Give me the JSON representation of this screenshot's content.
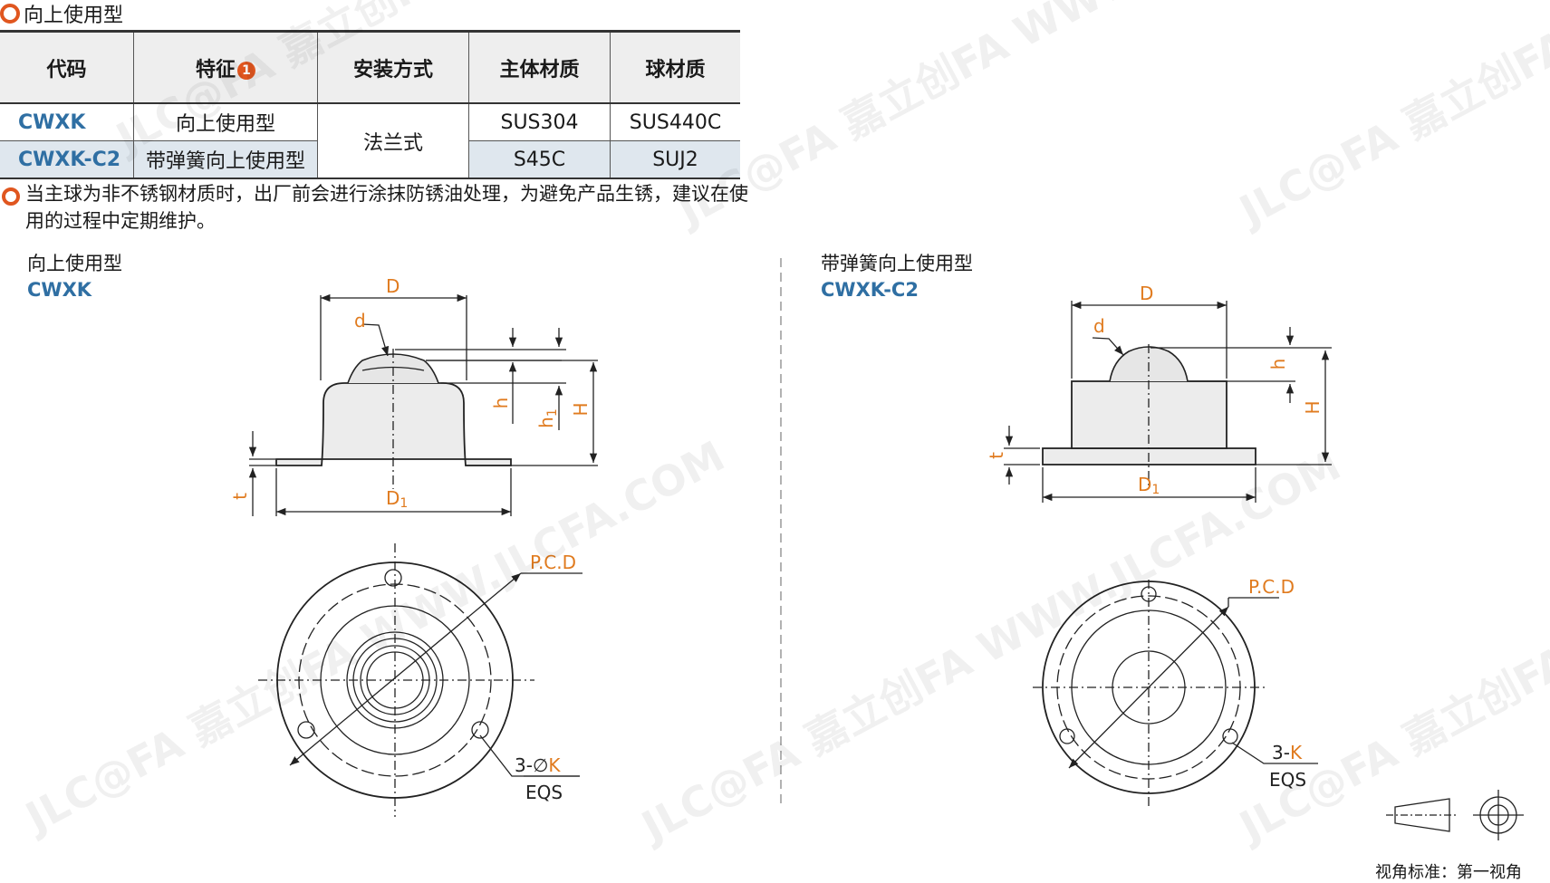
{
  "section_title": "向上使用型",
  "table": {
    "headers": [
      "代码",
      "特征",
      "安装方式",
      "主体材质",
      "球材质"
    ],
    "feature_badge": "1",
    "rows": [
      {
        "code": "CWXK",
        "feature": "向上使用型",
        "mount": "法兰式",
        "body": "SUS304",
        "ball": "SUS440C"
      },
      {
        "code": "CWXK-C2",
        "feature": "带弹簧向上使用型",
        "body": "S45C",
        "ball": "SUJ2"
      }
    ]
  },
  "note": "当主球为非不锈钢材质时，出厂前会进行涂抹防锈油处理，为避免产品生锈，建议在使用的过程中定期维护。",
  "diagram_left": {
    "title": "向上使用型",
    "code": "CWXK",
    "labels": {
      "D": "D",
      "d": "d",
      "h": "h",
      "h1": "h",
      "h1_sub": "1",
      "H": "H",
      "t": "t",
      "D1": "D",
      "D1_sub": "1",
      "pcd": "P.C.D",
      "holes_prefix": "3-",
      "holes_sym": "∅",
      "holes_k": "K",
      "eqs": "EQS"
    }
  },
  "diagram_right": {
    "title": "带弹簧向上使用型",
    "code": "CWXK-C2",
    "labels": {
      "D": "D",
      "d": "d",
      "h": "h",
      "H": "H",
      "t": "t",
      "D1": "D",
      "D1_sub": "1",
      "pcd": "P.C.D",
      "holes_prefix": "3-",
      "holes_k": "K",
      "eqs": "EQS"
    }
  },
  "view_standard": "视角标准：第一视角",
  "colors": {
    "accent": "#e0561f",
    "code_blue": "#2f6fa3",
    "dim_orange": "#e07b1f",
    "row_tint": "#dfe7ee"
  },
  "watermark": "JLC@FA 嘉立创FA WWW.JLCFA.COM"
}
